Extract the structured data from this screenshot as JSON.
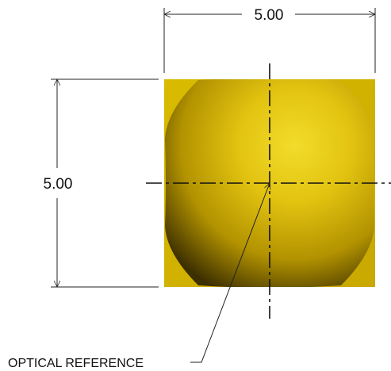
{
  "dimensions": {
    "width_label": "5.00",
    "height_label": "5.00"
  },
  "callout": {
    "label": "OPTICAL REFERENCE"
  },
  "colors": {
    "part_base": "#d4b400",
    "lens_highlight": "#f2db2a",
    "lens_mid": "#c9a600",
    "lens_shadow": "#4a3a00",
    "line": "#111111"
  }
}
